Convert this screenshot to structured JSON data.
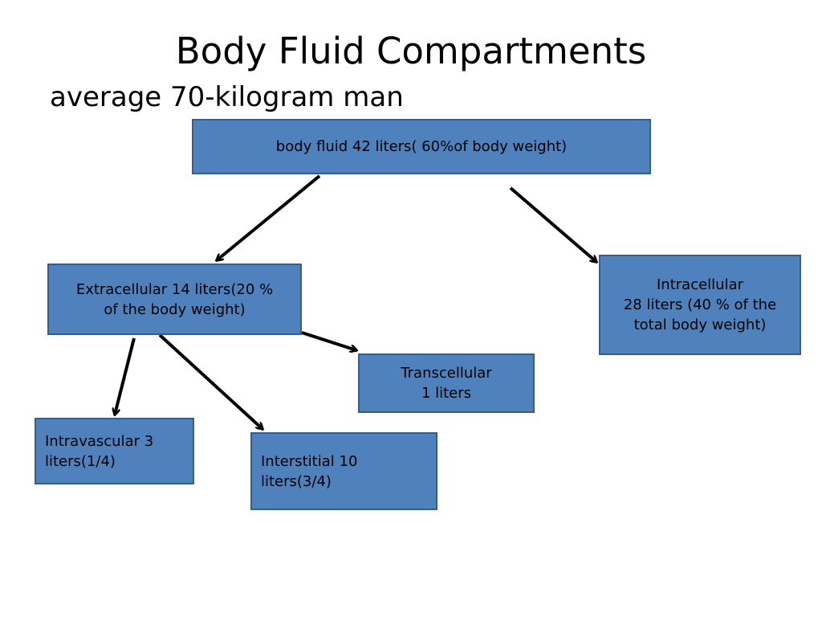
{
  "slide": {
    "title": "Body Fluid Compartments",
    "subtitle": "average 70-kilogram man"
  },
  "colors": {
    "box_fill": "#4f81bd",
    "box_border": "#385d8a",
    "arrow": "#000000",
    "text": "#000000"
  },
  "nodes": {
    "body_fluid": {
      "lines": [
        "body fluid 42 liters( 60%of body weight)"
      ]
    },
    "extracellular": {
      "lines": [
        "Extracellular 14  liters(20 %",
        "of the body weight)"
      ]
    },
    "intracellular": {
      "lines": [
        "Intracellular",
        "28 liters (40 % of the",
        "total body weight)"
      ]
    },
    "transcellular": {
      "lines": [
        "Transcellular",
        "1 liters"
      ]
    },
    "intravascular": {
      "lines": [
        "Intravascular 3",
        "liters(1/4)"
      ]
    },
    "interstitial": {
      "lines": [
        "Interstitial 10",
        "liters(3/4)"
      ]
    }
  },
  "edges": [
    {
      "from": "body_fluid",
      "to": "extracellular"
    },
    {
      "from": "body_fluid",
      "to": "intracellular"
    },
    {
      "from": "extracellular",
      "to": "transcellular"
    },
    {
      "from": "extracellular",
      "to": "intravascular"
    },
    {
      "from": "extracellular",
      "to": "interstitial"
    }
  ]
}
